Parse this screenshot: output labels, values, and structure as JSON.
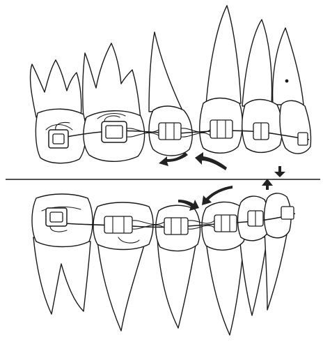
{
  "figure": {
    "stroke_color": "#1a1a1a",
    "arrow_color": "#222222",
    "background": "#ffffff",
    "panels": [
      {
        "name": "upper-arch",
        "teeth": 6
      },
      {
        "name": "lower-arch",
        "teeth": 6
      }
    ]
  }
}
